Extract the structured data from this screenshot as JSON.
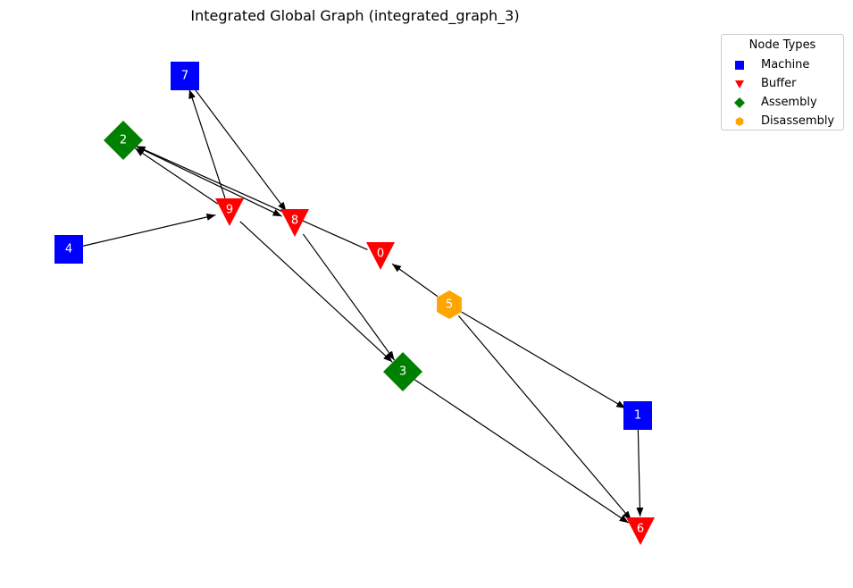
{
  "title": "Integrated Global Graph (integrated_graph_3)",
  "legend": {
    "title": "Node Types",
    "entries": [
      {
        "label": "Machine",
        "shape": "square",
        "color": "#0000ff"
      },
      {
        "label": "Buffer",
        "shape": "triangle-down",
        "color": "#ff0000"
      },
      {
        "label": "Assembly",
        "shape": "diamond",
        "color": "#008000"
      },
      {
        "label": "Disassembly",
        "shape": "hexagon",
        "color": "#ffa500"
      }
    ]
  },
  "colors": {
    "Machine": "#0000ff",
    "Buffer": "#ff0000",
    "Assembly": "#008000",
    "Disassembly": "#ffa500",
    "edge": "#000000",
    "label": "#ffffff"
  },
  "nodes": [
    {
      "id": "0",
      "type": "Buffer"
    },
    {
      "id": "1",
      "type": "Machine"
    },
    {
      "id": "2",
      "type": "Assembly"
    },
    {
      "id": "3",
      "type": "Assembly"
    },
    {
      "id": "4",
      "type": "Machine"
    },
    {
      "id": "5",
      "type": "Disassembly"
    },
    {
      "id": "6",
      "type": "Buffer"
    },
    {
      "id": "7",
      "type": "Machine"
    },
    {
      "id": "8",
      "type": "Buffer"
    },
    {
      "id": "9",
      "type": "Buffer"
    }
  ],
  "edges": [
    {
      "from": "4",
      "to": "9"
    },
    {
      "from": "9",
      "to": "7"
    },
    {
      "from": "9",
      "to": "2"
    },
    {
      "from": "9",
      "to": "3"
    },
    {
      "from": "7",
      "to": "8"
    },
    {
      "from": "2",
      "to": "8"
    },
    {
      "from": "0",
      "to": "2"
    },
    {
      "from": "8",
      "to": "3"
    },
    {
      "from": "5",
      "to": "0"
    },
    {
      "from": "5",
      "to": "1"
    },
    {
      "from": "5",
      "to": "6"
    },
    {
      "from": "3",
      "to": "6"
    },
    {
      "from": "1",
      "to": "6"
    }
  ]
}
